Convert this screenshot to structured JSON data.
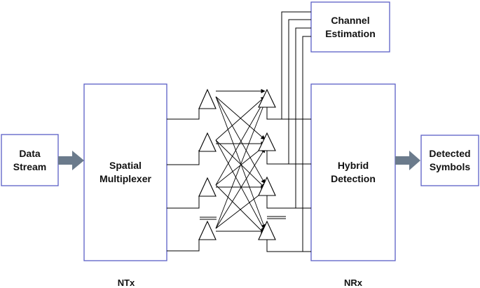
{
  "blocks": {
    "data_stream": "Data\nStream",
    "spatial_multiplexer": "Spatial\nMultiplexer",
    "channel_estimation": "Channel\nEstimation",
    "hybrid_detection": "Hybrid\nDetection",
    "detected_symbols": "Detected\nSymbols"
  },
  "captions": {
    "transmitter": "NTx",
    "receiver": "NRx"
  },
  "colors": {
    "box_border": "#5b5fc7",
    "block_arrow": "#6b7b8c",
    "line": "#000000",
    "antenna_fill": "#ffffff"
  },
  "icons": {
    "antenna": "antenna-triangle-icon",
    "arrow": "block-arrow-right-icon"
  },
  "antennas": {
    "transmit_count": 4,
    "receive_count": 4
  }
}
